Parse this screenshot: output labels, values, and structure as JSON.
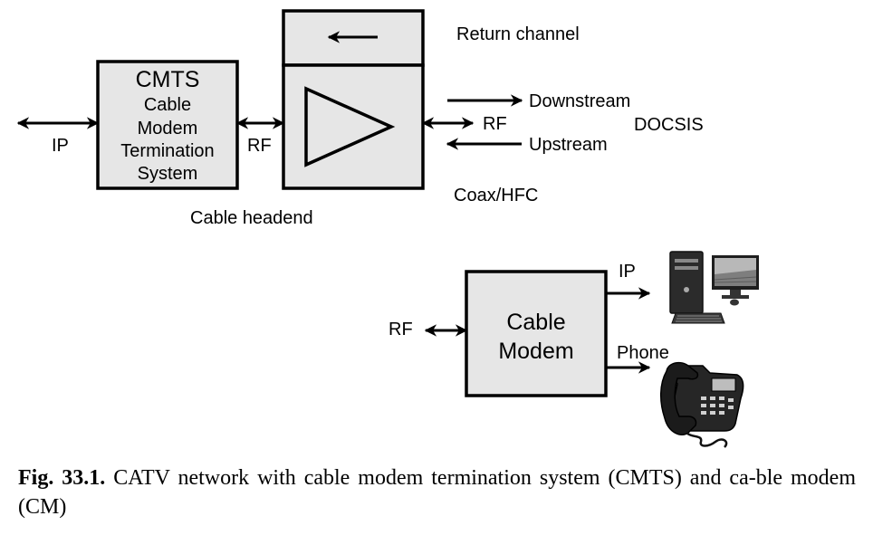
{
  "diagram": {
    "cmts": {
      "title": "CMTS",
      "lines": [
        "Cable",
        "Modem",
        "Termination",
        "System"
      ]
    },
    "labels": {
      "ip_left": "IP",
      "rf_left": "RF",
      "return_channel": "Return channel",
      "downstream": "Downstream",
      "upstream": "Upstream",
      "rf_right": "RF",
      "docsis": "DOCSIS",
      "coax_hfc": "Coax/HFC",
      "cable_headend": "Cable headend"
    },
    "modem": {
      "title_line1": "Cable",
      "title_line2": "Modem",
      "rf_label": "RF",
      "ip_label": "IP",
      "phone_label": "Phone"
    },
    "icons": {
      "computer": "desktop-computer-icon",
      "phone": "telephone-icon"
    }
  },
  "caption": {
    "prefix": "Fig. 33.1.",
    "text": " CATV network with cable modem termination system (CMTS) and ca-ble modem (CM)"
  }
}
